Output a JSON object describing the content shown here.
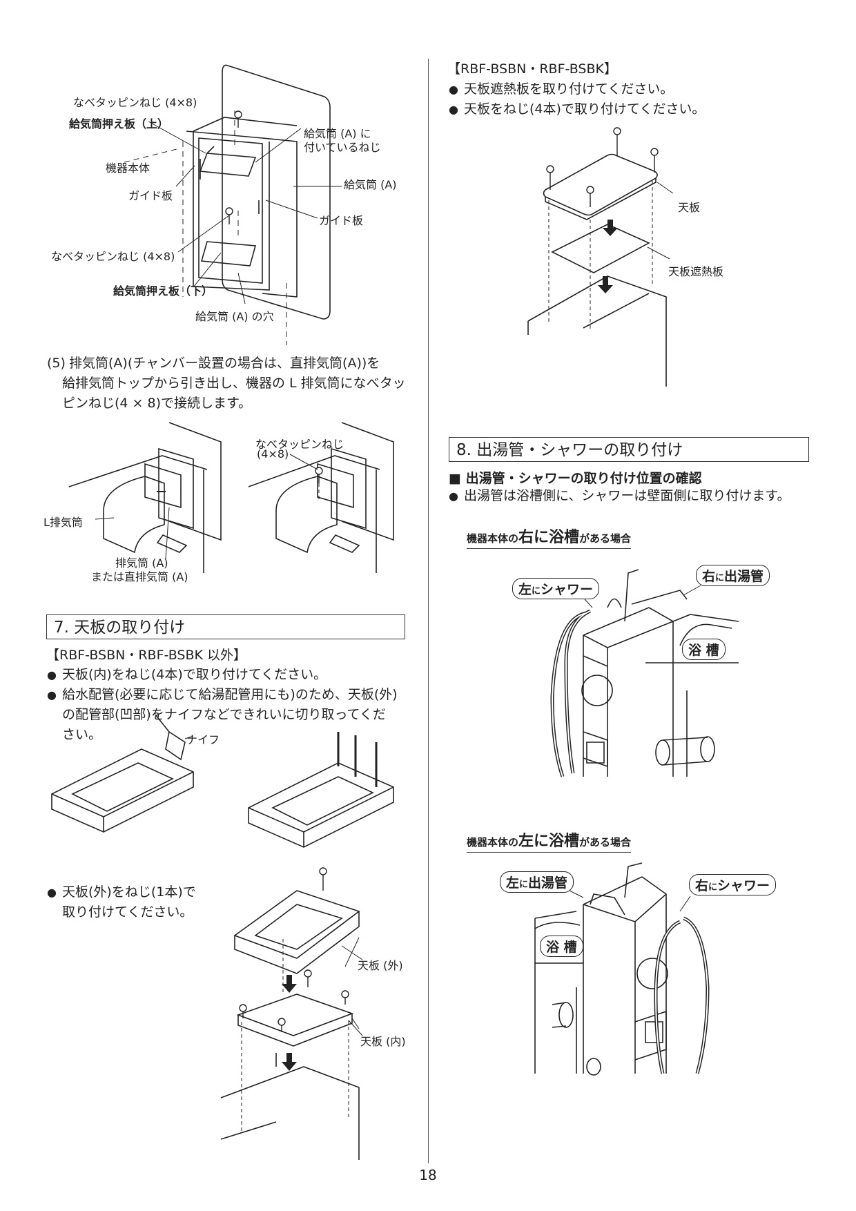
{
  "left": {
    "fig1": {
      "labels": {
        "screw_top": "なべタッピンねじ (4×8)",
        "plate_top": "給気筒押え板（上）",
        "screw_a_l1": "給気筒 (A) に",
        "screw_a_l2": "付いているねじ",
        "body": "機器本体",
        "guide_left": "ガイド板",
        "duct_a": "給気筒 (A)",
        "guide_right": "ガイド板",
        "screw_bottom": "なべタッピンねじ (4×8)",
        "plate_bottom": "給気筒押え板（下）",
        "hole": "給気筒 (A) の穴"
      }
    },
    "step5": {
      "num": "(5)",
      "lines": [
        "排気筒(A)(チャンバー設置の場合は、直排気筒(A))を",
        "給排気筒トップから引き出し、機器の L 排気筒になべタッ",
        "ピンねじ(4 × 8)で接続します。"
      ]
    },
    "fig2": {
      "labels": {
        "screw_l1": "なべタッピンねじ",
        "screw_l2": "(4×8)",
        "l_exhaust": "L排気筒",
        "exhaust_l1": "排気筒 (A)",
        "exhaust_l2": "または直排気筒 (A)"
      }
    },
    "sec7": {
      "heading": "7. 天板の取り付け",
      "model": "【RBF-BSBN・RBF-BSBK 以外】",
      "b1": "天板(内)をねじ(4本)で取り付けてください。",
      "b2_lines": [
        "給水配管(必要に応じて給湯配管用にも)のため、天板(外)",
        "の配管部(凹部)をナイフなどできれいに切り取ってくだ",
        "さい。"
      ],
      "knife": "ナイフ",
      "b3_lines": [
        "天板(外)をねじ(1本)で",
        "取り付けてください。"
      ],
      "top_outer": "天板 (外)",
      "top_inner": "天板 (内)"
    }
  },
  "right": {
    "model": "【RBF-BSBN・RBF-BSBK】",
    "b1": "天板遮熱板を取り付けてください。",
    "b2": "天板をねじ(4本)で取り付けてください。",
    "top": "天板",
    "heat": "天板遮熱板",
    "sec8": {
      "heading": "8. 出湯管・シャワーの取り付け",
      "sub": "■ 出湯管・シャワーの取り付け位置の確認",
      "b1": "出湯管は浴槽側に、シャワーは壁面側に取り付けます。",
      "case1": {
        "pre": "機器本体の",
        "big": "右に浴槽",
        "post": "がある場合"
      },
      "case2": {
        "pre": "機器本体の",
        "big": "左に浴槽",
        "post": "がある場合"
      },
      "c1_shower": {
        "a": "左",
        "b": "に",
        "c": "シャワー"
      },
      "c1_spout": {
        "a": "右",
        "b": "に",
        "c": "出湯管"
      },
      "c1_tub": "浴 槽",
      "c2_spout": {
        "a": "左",
        "b": "に",
        "c": "出湯管"
      },
      "c2_shower": {
        "a": "右",
        "b": "に",
        "c": "シャワー"
      },
      "c2_tub": "浴 槽"
    }
  },
  "page_number": "18"
}
